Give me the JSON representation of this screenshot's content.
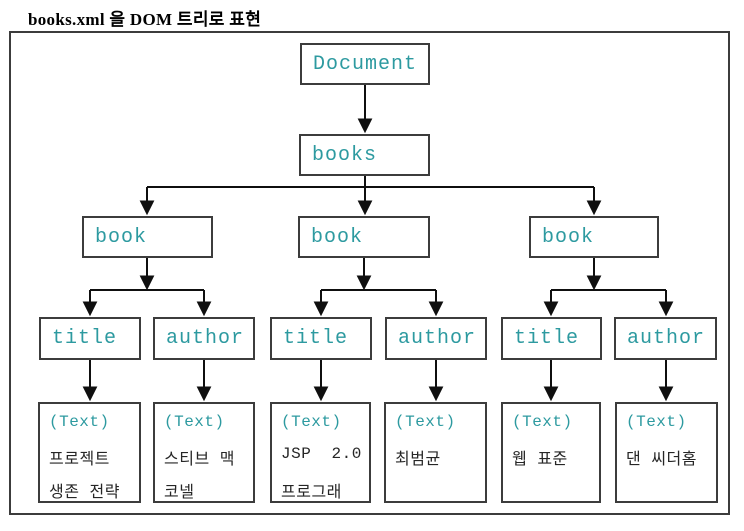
{
  "page": {
    "title": "books.xml 을 DOM 트리로 표현"
  },
  "colors": {
    "node_text": "#2d9aa0",
    "leaf_korean_text": "#262626",
    "box_border": "#3c3c3c",
    "connector_line": "#0f0f0f",
    "background": "#ffffff"
  },
  "tree": {
    "root": {
      "label": "Document"
    },
    "books_node": {
      "label": "books"
    },
    "books": [
      {
        "label": "book",
        "title": {
          "label": "title",
          "text": {
            "tag": "(Text)",
            "lines": [
              "프로젝트",
              "생존 전략"
            ]
          }
        },
        "author": {
          "label": "author",
          "text": {
            "tag": "(Text)",
            "lines": [
              "스티브 맥",
              "코넬"
            ]
          }
        }
      },
      {
        "label": "book",
        "title": {
          "label": "title",
          "text": {
            "tag": "(Text)",
            "lines": [
              "JSP  2.0",
              "프로그래"
            ]
          }
        },
        "author": {
          "label": "author",
          "text": {
            "tag": "(Text)",
            "lines": [
              "최범균"
            ]
          }
        }
      },
      {
        "label": "book",
        "title": {
          "label": "title",
          "text": {
            "tag": "(Text)",
            "lines": [
              "웹 표준"
            ]
          }
        },
        "author": {
          "label": "author",
          "text": {
            "tag": "(Text)",
            "lines": [
              "댄 씨더홈"
            ]
          }
        }
      }
    ]
  }
}
